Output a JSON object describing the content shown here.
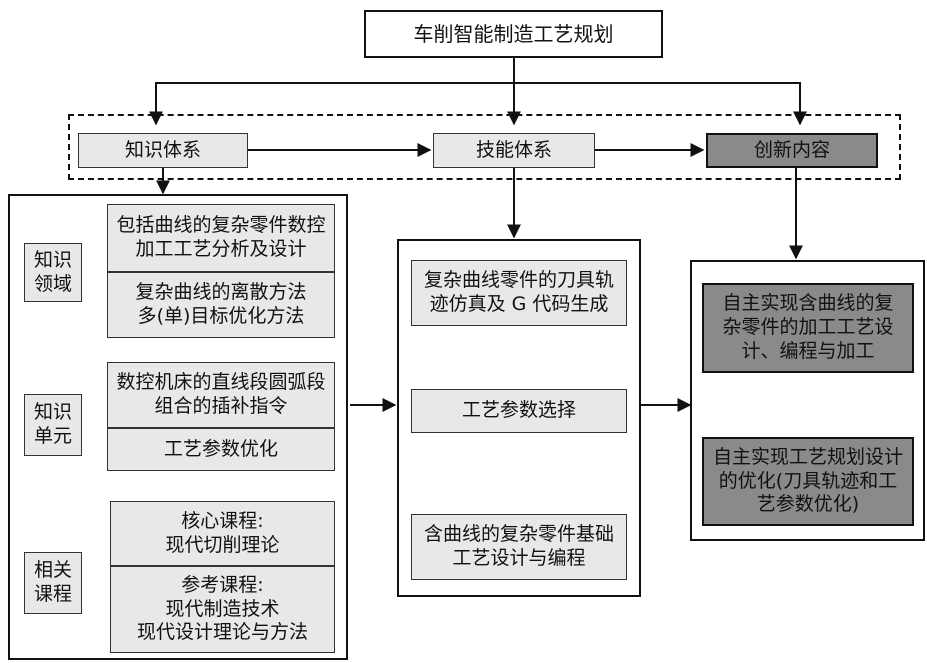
{
  "top": {
    "title": "车削智能制造工艺规划"
  },
  "systems": {
    "knowledge": "知识体系",
    "skill": "技能体系",
    "innovation": "创新内容"
  },
  "left_column": {
    "domain_label": [
      "知识",
      "领域"
    ],
    "unit_label": [
      "知识",
      "单元"
    ],
    "course_label": [
      "相关",
      "课程"
    ],
    "domain_items": [
      [
        "包括曲线的复杂零件数控",
        "加工工艺分析及设计"
      ],
      [
        "复杂曲线的离散方法",
        "多(单)目标优化方法"
      ]
    ],
    "unit_items": [
      [
        "数控机床的直线段圆弧段",
        "组合的插补指令"
      ],
      [
        "工艺参数优化"
      ]
    ],
    "course_items": [
      [
        "核心课程:",
        "现代切削理论"
      ],
      [
        "参考课程:",
        "现代制造技术",
        "现代设计理论与方法"
      ]
    ]
  },
  "middle_column": {
    "items": [
      [
        "复杂曲线零件的刀具轨",
        "迹仿真及 G 代码生成"
      ],
      [
        "工艺参数选择"
      ],
      [
        "含曲线的复杂零件基础",
        "工艺设计与编程"
      ]
    ]
  },
  "right_column": {
    "items": [
      [
        "自主实现含曲线的复",
        "杂零件的加工工艺设",
        "计、编程与加工"
      ],
      [
        "自主实现工艺规划设计",
        "的优化(刀具轨迹和工",
        "艺参数优化)"
      ]
    ]
  }
}
